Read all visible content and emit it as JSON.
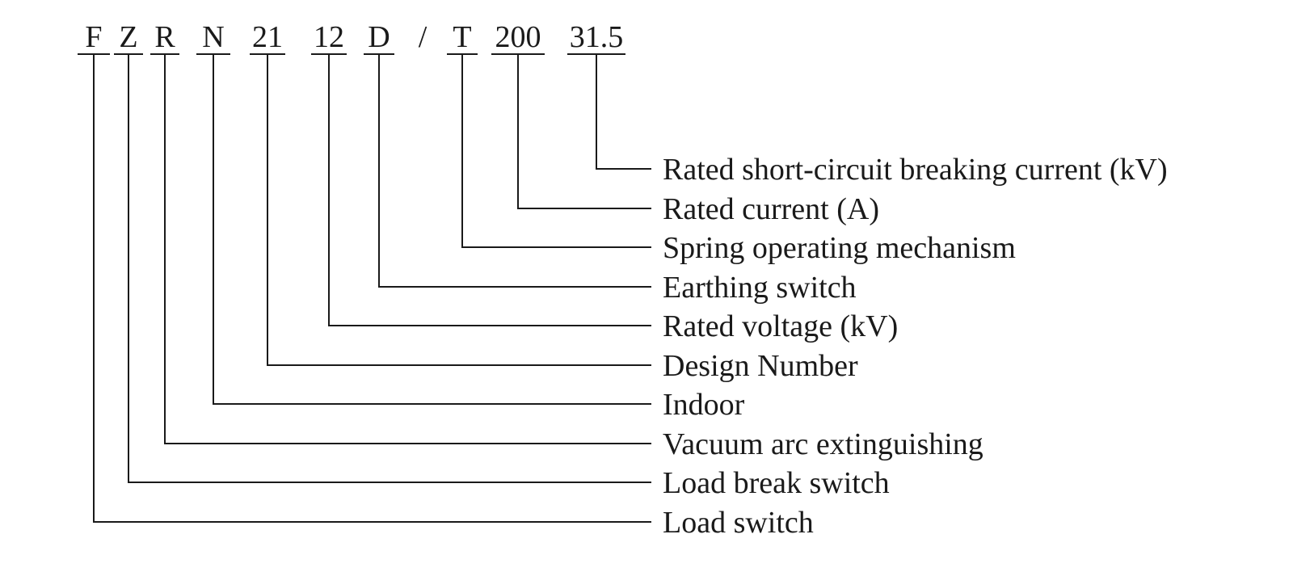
{
  "diagram": {
    "description": "Model designation explanation diagram",
    "separator": "/",
    "colors": {
      "ink": "#1a1a1a",
      "background": "#ffffff"
    },
    "code_segments": [
      {
        "code": "F",
        "label": "Load switch"
      },
      {
        "code": "Z",
        "label": "Load break switch"
      },
      {
        "code": "R",
        "label": "Vacuum arc extinguishing"
      },
      {
        "code": "N",
        "label": "Indoor"
      },
      {
        "code": "21",
        "label": "Design Number"
      },
      {
        "code": "12",
        "label": "Rated voltage (kV)"
      },
      {
        "code": "D",
        "label": "Earthing switch"
      },
      {
        "code": "T",
        "label": "Spring operating mechanism"
      },
      {
        "code": "200",
        "label": "Rated current (A)"
      },
      {
        "code": "31.5",
        "label": "Rated short-circuit breaking current (kV)"
      }
    ]
  }
}
